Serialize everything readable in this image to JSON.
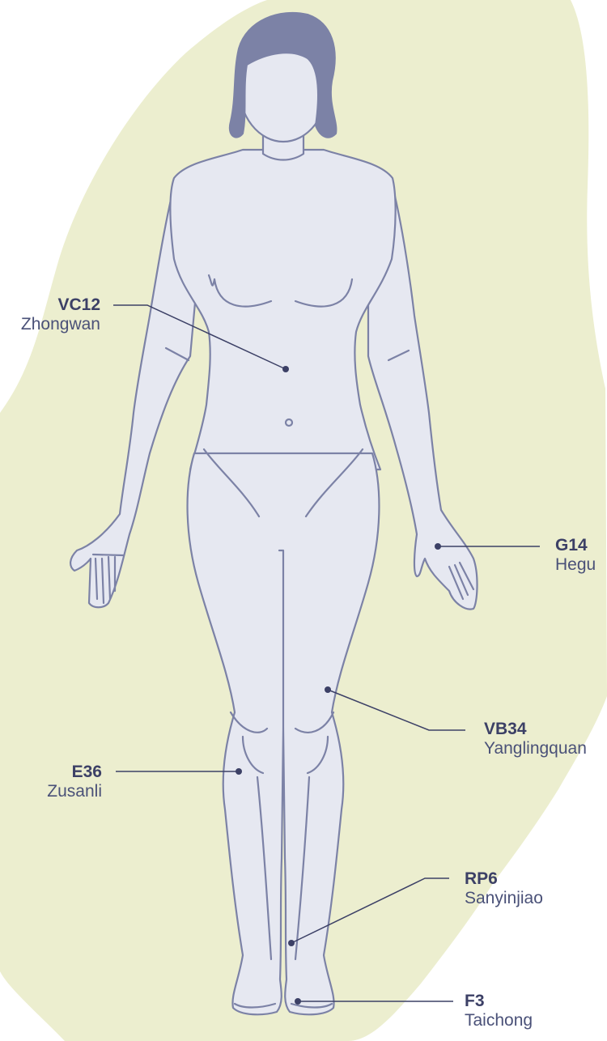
{
  "colors": {
    "background_blob": "#eceecf",
    "body_fill": "#e6e8f1",
    "body_stroke": "#7c82a6",
    "hair": "#7c82a6",
    "point_and_line": "#3c4066",
    "label_text": "#4a5178"
  },
  "points": [
    {
      "id": "vc12",
      "code": "VC12",
      "name": "Zhongwan"
    },
    {
      "id": "g14",
      "code": "G14",
      "name": "Hegu"
    },
    {
      "id": "vb34",
      "code": "VB34",
      "name": "Yanglingquan"
    },
    {
      "id": "e36",
      "code": "E36",
      "name": "Zusanli"
    },
    {
      "id": "rp6",
      "code": "RP6",
      "name": "Sanyinjiao"
    },
    {
      "id": "f3",
      "code": "F3",
      "name": "Taichong"
    }
  ]
}
